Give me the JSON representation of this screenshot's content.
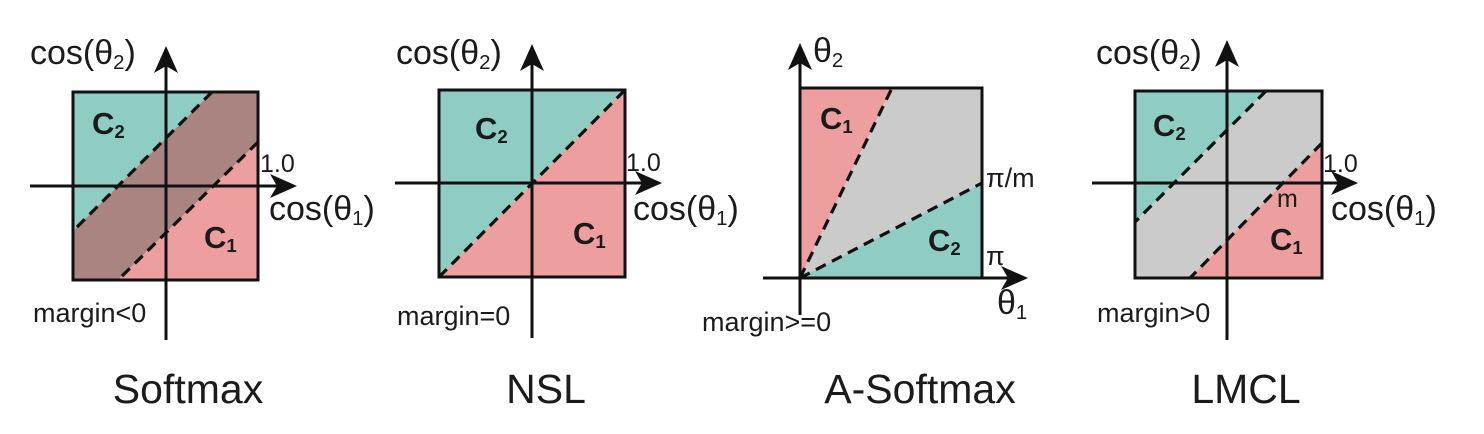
{
  "colors": {
    "class1": "#EC9F9E",
    "class2": "#8FCCC2",
    "overlap": "#A98481",
    "margin_band": "#CBCBCB",
    "line": "#111111"
  },
  "panels": [
    {
      "id": "softmax",
      "title": "Softmax",
      "y_axis": {
        "pre": "cos(θ",
        "sub": "2",
        "post": ")"
      },
      "x_axis": {
        "pre": "cos(θ",
        "sub": "1",
        "post": ")"
      },
      "x_tick": "1.0",
      "class1": {
        "pre": "C",
        "sub": "1"
      },
      "class2": {
        "pre": "C",
        "sub": "2"
      },
      "margin_label": "margin<0"
    },
    {
      "id": "nsl",
      "title": "NSL",
      "y_axis": {
        "pre": "cos(θ",
        "sub": "2",
        "post": ")"
      },
      "x_axis": {
        "pre": "cos(θ",
        "sub": "1",
        "post": ")"
      },
      "x_tick": "1.0",
      "class1": {
        "pre": "C",
        "sub": "1"
      },
      "class2": {
        "pre": "C",
        "sub": "2"
      },
      "margin_label": "margin=0"
    },
    {
      "id": "a-softmax",
      "title": "A-Softmax",
      "y_axis": {
        "pre": "θ",
        "sub": "2"
      },
      "x_axis": {
        "pre": "θ",
        "sub": "1"
      },
      "boundary_labels": {
        "pi_over_m": "π/m",
        "pi": "π"
      },
      "class1": {
        "pre": "C",
        "sub": "1"
      },
      "class2": {
        "pre": "C",
        "sub": "2"
      },
      "margin_label": "margin>=0"
    },
    {
      "id": "lmcl",
      "title": "LMCL",
      "y_axis": {
        "pre": "cos(θ",
        "sub": "2",
        "post": ")"
      },
      "x_axis": {
        "pre": "cos(θ",
        "sub": "1",
        "post": ")"
      },
      "x_tick": "1.0",
      "class1": {
        "pre": "C",
        "sub": "1"
      },
      "class2": {
        "pre": "C",
        "sub": "2"
      },
      "margin_width_label": "m",
      "margin_label": "margin>0"
    }
  ]
}
